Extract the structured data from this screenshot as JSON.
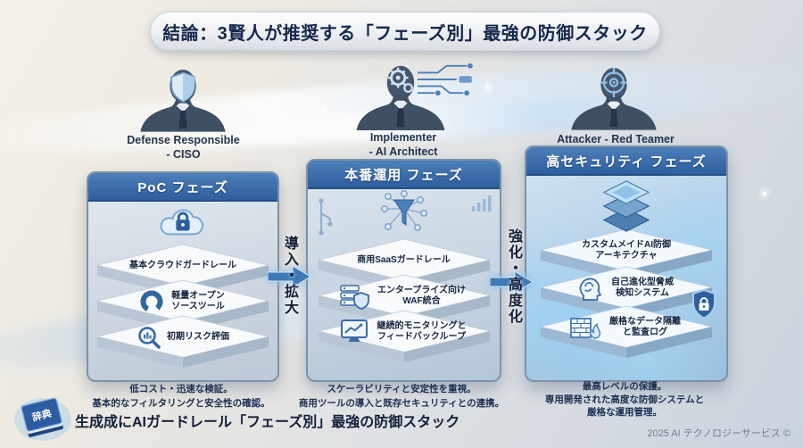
{
  "title": "結論：3賢人が推奨する「フェーズ別」最強の防御スタック",
  "personas": [
    {
      "icon": "shield-face-icon",
      "line1": "Defense Responsible",
      "line2": "- CISO"
    },
    {
      "icon": "gear-circuit-icon",
      "line1": "Implementer",
      "line2": "- AI Architect"
    },
    {
      "icon": "target-face-icon",
      "line1": "Attacker - Red Teamer",
      "line2": ""
    }
  ],
  "arrows": [
    {
      "label": "導入・拡大"
    },
    {
      "label": "強化・高度化"
    }
  ],
  "panels": [
    {
      "header": "PoC フェーズ",
      "items": [
        {
          "icon": "cloud-lock-icon",
          "label": "基本クラウドガードレール"
        },
        {
          "icon": "open-source-icon",
          "label": "軽量オープンソースツール"
        },
        {
          "icon": "risk-magnifier-icon",
          "label": "初期リスク評価"
        }
      ],
      "caption_lines": [
        "低コスト・迅速な検証。",
        "基本的なフィルタリングと安全性の確認。",
        ""
      ]
    },
    {
      "header": "本番運用 フェーズ",
      "items": [
        {
          "icon": "funnel-network-icon",
          "label": "商用SaaSガードレール"
        },
        {
          "icon": "server-shield-icon",
          "label": "エンタープライズ向けWAF統合"
        },
        {
          "icon": "monitor-chart-icon",
          "label": "継続的モニタリングとフィードバックループ"
        }
      ],
      "caption_lines": [
        "スケーラビリティと安定性を重視。",
        "商用ツールの導入と既存セキュリティとの連携。",
        ""
      ]
    },
    {
      "header": "高セキュリティ フェーズ",
      "items": [
        {
          "icon": "layer-stack-icon",
          "label": "カスタムメイドAI防御アーキテクチャ"
        },
        {
          "icon": "brain-head-icon",
          "label": "自己進化型脅威検知システム"
        },
        {
          "icon": "firewall-flame-icon",
          "label": "厳格なデータ隔離と監査ログ"
        }
      ],
      "caption_lines": [
        "最高レベルの保護。",
        "専用開発された高度な防御システムと",
        "厳格な運用管理。"
      ]
    }
  ],
  "footer": {
    "book_label": "辞典",
    "text": "生成成にAIガードレール「フェーズ別」最強の防御スタック",
    "credit": "2025 AI テクノロジーサービス ©"
  },
  "colors": {
    "header_blue_top": "#4d7fb9",
    "header_blue_bottom": "#2e5e9e",
    "arrow_blue": "#3f79b7",
    "text_navy": "#16253f",
    "background_warm": "#f4f1e9",
    "background_cool": "#c9d3dd"
  }
}
